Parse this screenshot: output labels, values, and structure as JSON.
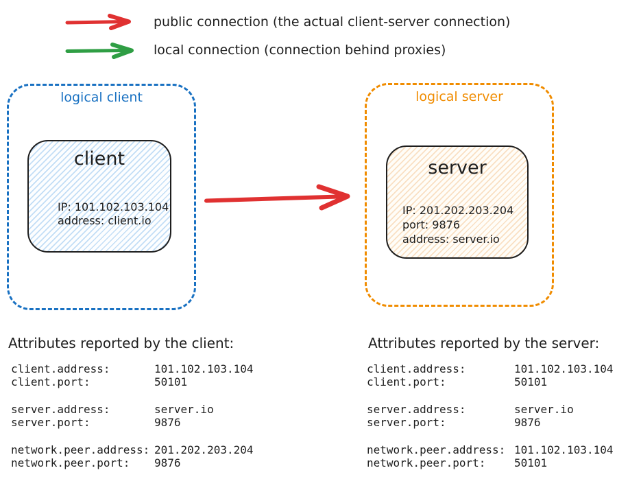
{
  "legend": {
    "items": [
      {
        "name": "public connection",
        "arrow_color": "#e03131",
        "label": "public connection (the actual client-server connection)"
      },
      {
        "name": "local connection",
        "arrow_color": "#2f9e44",
        "label": "local connection (connection behind proxies)"
      }
    ]
  },
  "diagram": {
    "logical_client": {
      "label": "logical client",
      "accent_color": "#1971c2",
      "node": {
        "title": "client",
        "fill_color": "#e3eff9",
        "lines": [
          "IP: 101.102.103.104",
          "address: client.io"
        ]
      }
    },
    "logical_server": {
      "label": "logical server",
      "accent_color": "#f08c00",
      "node": {
        "title": "server",
        "fill_color": "#faeedd",
        "lines": [
          "IP: 201.202.203.204",
          "port: 9876",
          "address: server.io"
        ]
      }
    },
    "connection_arrow": {
      "type": "public connection",
      "color": "#e03131"
    }
  },
  "client_attributes": {
    "heading": "Attributes reported by the client:",
    "groups": [
      [
        {
          "name": "client.address:",
          "value": "101.102.103.104"
        },
        {
          "name": "client.port:",
          "value": "50101"
        }
      ],
      [
        {
          "name": "server.address:",
          "value": "server.io"
        },
        {
          "name": "server.port:",
          "value": "9876"
        }
      ],
      [
        {
          "name": "network.peer.address:",
          "value": "201.202.203.204"
        },
        {
          "name": "network.peer.port:",
          "value": "9876"
        }
      ]
    ]
  },
  "server_attributes": {
    "heading": "Attributes reported by the server:",
    "groups": [
      [
        {
          "name": "client.address:",
          "value": "101.102.103.104"
        },
        {
          "name": "client.port:",
          "value": "50101"
        }
      ],
      [
        {
          "name": "server.address:",
          "value": "server.io"
        },
        {
          "name": "server.port:",
          "value": "9876"
        }
      ],
      [
        {
          "name": "network.peer.address:",
          "value": "101.102.103.104"
        },
        {
          "name": "network.peer.port:",
          "value": "50101"
        }
      ]
    ]
  }
}
